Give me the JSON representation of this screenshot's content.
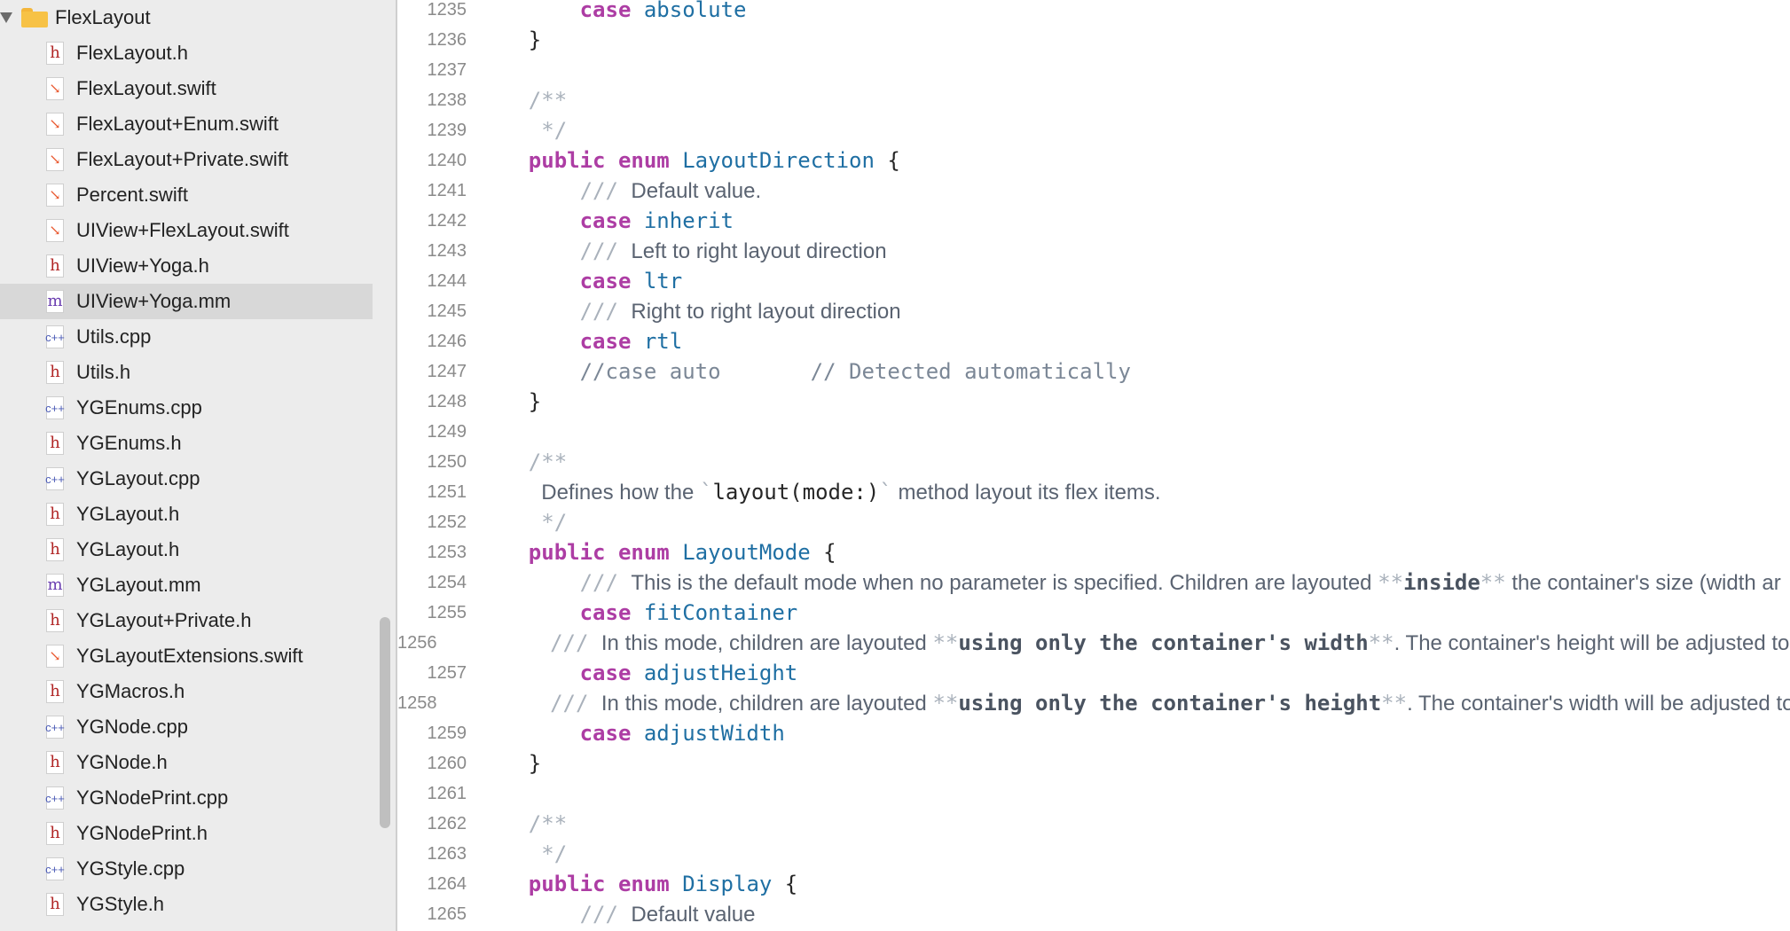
{
  "sidebar": {
    "folder": "FlexLayout",
    "files": [
      {
        "name": "FlexLayout.h",
        "type": "h"
      },
      {
        "name": "FlexLayout.swift",
        "type": "swift"
      },
      {
        "name": "FlexLayout+Enum.swift",
        "type": "swift"
      },
      {
        "name": "FlexLayout+Private.swift",
        "type": "swift"
      },
      {
        "name": "Percent.swift",
        "type": "swift"
      },
      {
        "name": "UIView+FlexLayout.swift",
        "type": "swift"
      },
      {
        "name": "UIView+Yoga.h",
        "type": "h"
      },
      {
        "name": "UIView+Yoga.mm",
        "type": "m",
        "selected": true
      },
      {
        "name": "Utils.cpp",
        "type": "cpp"
      },
      {
        "name": "Utils.h",
        "type": "h"
      },
      {
        "name": "YGEnums.cpp",
        "type": "cpp"
      },
      {
        "name": "YGEnums.h",
        "type": "h"
      },
      {
        "name": "YGLayout.cpp",
        "type": "cpp"
      },
      {
        "name": "YGLayout.h",
        "type": "h"
      },
      {
        "name": "YGLayout.h",
        "type": "h"
      },
      {
        "name": "YGLayout.mm",
        "type": "m"
      },
      {
        "name": "YGLayout+Private.h",
        "type": "h"
      },
      {
        "name": "YGLayoutExtensions.swift",
        "type": "swift"
      },
      {
        "name": "YGMacros.h",
        "type": "h"
      },
      {
        "name": "YGNode.cpp",
        "type": "cpp"
      },
      {
        "name": "YGNode.h",
        "type": "h"
      },
      {
        "name": "YGNodePrint.cpp",
        "type": "cpp"
      },
      {
        "name": "YGNodePrint.h",
        "type": "h"
      },
      {
        "name": "YGStyle.cpp",
        "type": "cpp"
      },
      {
        "name": "YGStyle.h",
        "type": "h"
      }
    ],
    "icons": {
      "h": "h",
      "m": "m",
      "cpp": "c++",
      "swift": "↘"
    }
  },
  "editor": {
    "lines": [
      {
        "n": "1235",
        "indent": "        ",
        "parts": [
          [
            "kw",
            "case"
          ],
          [
            "",
            ""
          ],
          [
            "ty",
            " absolute"
          ]
        ]
      },
      {
        "n": "1236",
        "indent": "    ",
        "parts": [
          [
            "",
            "}"
          ]
        ]
      },
      {
        "n": "1237",
        "indent": "",
        "parts": []
      },
      {
        "n": "1238",
        "indent": "    ",
        "parts": [
          [
            "mk",
            "/**"
          ]
        ]
      },
      {
        "n": "1239",
        "indent": "     ",
        "parts": [
          [
            "mk",
            "*/"
          ]
        ]
      },
      {
        "n": "1240",
        "indent": "    ",
        "parts": [
          [
            "kw",
            "public enum"
          ],
          [
            "ty",
            " LayoutDirection"
          ],
          [
            "",
            " {"
          ]
        ]
      },
      {
        "n": "1241",
        "indent": "        ",
        "parts": [
          [
            "mk",
            "/// "
          ],
          [
            "doc",
            "Default value."
          ]
        ]
      },
      {
        "n": "1242",
        "indent": "        ",
        "parts": [
          [
            "kw",
            "case"
          ],
          [
            "ty",
            " inherit"
          ]
        ]
      },
      {
        "n": "1243",
        "indent": "        ",
        "parts": [
          [
            "mk",
            "/// "
          ],
          [
            "doc",
            "Left to right layout direction"
          ]
        ]
      },
      {
        "n": "1244",
        "indent": "        ",
        "parts": [
          [
            "kw",
            "case"
          ],
          [
            "ty",
            " ltr"
          ]
        ]
      },
      {
        "n": "1245",
        "indent": "        ",
        "parts": [
          [
            "mk",
            "/// "
          ],
          [
            "doc",
            "Right to right layout direction"
          ]
        ]
      },
      {
        "n": "1246",
        "indent": "        ",
        "parts": [
          [
            "kw",
            "case"
          ],
          [
            "ty",
            " rtl"
          ]
        ]
      },
      {
        "n": "1247",
        "indent": "        ",
        "parts": [
          [
            "cm",
            "//case auto       // Detected automatically"
          ]
        ]
      },
      {
        "n": "1248",
        "indent": "    ",
        "parts": [
          [
            "",
            "}"
          ]
        ]
      },
      {
        "n": "1249",
        "indent": "",
        "parts": []
      },
      {
        "n": "1250",
        "indent": "    ",
        "parts": [
          [
            "mk",
            "/**"
          ]
        ]
      },
      {
        "n": "1251",
        "indent": "     ",
        "parts": [
          [
            "doc",
            "Defines how the "
          ],
          [
            "mk",
            "`"
          ],
          [
            "",
            "layout(mode:)"
          ],
          [
            "mk",
            "`"
          ],
          [
            "doc",
            " method layout its flex items."
          ]
        ]
      },
      {
        "n": "1252",
        "indent": "     ",
        "parts": [
          [
            "mk",
            "*/"
          ]
        ]
      },
      {
        "n": "1253",
        "indent": "    ",
        "parts": [
          [
            "kw",
            "public enum"
          ],
          [
            "ty",
            " LayoutMode"
          ],
          [
            "",
            " {"
          ]
        ]
      },
      {
        "n": "1254",
        "indent": "        ",
        "parts": [
          [
            "mk",
            "/// "
          ],
          [
            "doc",
            "This is the default mode when no parameter is specified. Children are layouted "
          ],
          [
            "mk",
            "**"
          ],
          [
            "b",
            "inside"
          ],
          [
            "mk",
            "**"
          ],
          [
            "doc",
            " the container's size (width ar"
          ]
        ]
      },
      {
        "n": "1255",
        "indent": "        ",
        "parts": [
          [
            "kw",
            "case"
          ],
          [
            "ty",
            " fitContainer"
          ]
        ]
      },
      {
        "n": "1256",
        "indent": "        ",
        "parts": [
          [
            "mk",
            "/// "
          ],
          [
            "doc",
            "In this mode, children are layouted "
          ],
          [
            "mk",
            "**"
          ],
          [
            "b",
            "using only the container's width"
          ],
          [
            "mk",
            "**"
          ],
          [
            "doc",
            ". The container's height will be adjusted to fit t"
          ]
        ]
      },
      {
        "n": "1257",
        "indent": "        ",
        "parts": [
          [
            "kw",
            "case"
          ],
          [
            "ty",
            " adjustHeight"
          ]
        ]
      },
      {
        "n": "1258",
        "indent": "        ",
        "parts": [
          [
            "mk",
            "/// "
          ],
          [
            "doc",
            "In this mode, children are layouted "
          ],
          [
            "mk",
            "**"
          ],
          [
            "b",
            "using only the container's height"
          ],
          [
            "mk",
            "**"
          ],
          [
            "doc",
            ". The container's width will be adjusted to fit t"
          ]
        ]
      },
      {
        "n": "1259",
        "indent": "        ",
        "parts": [
          [
            "kw",
            "case"
          ],
          [
            "ty",
            " adjustWidth"
          ]
        ]
      },
      {
        "n": "1260",
        "indent": "    ",
        "parts": [
          [
            "",
            "}"
          ]
        ]
      },
      {
        "n": "1261",
        "indent": "",
        "parts": []
      },
      {
        "n": "1262",
        "indent": "    ",
        "parts": [
          [
            "mk",
            "/**"
          ]
        ]
      },
      {
        "n": "1263",
        "indent": "     ",
        "parts": [
          [
            "mk",
            "*/"
          ]
        ]
      },
      {
        "n": "1264",
        "indent": "    ",
        "parts": [
          [
            "kw",
            "public enum"
          ],
          [
            "ty",
            " Display"
          ],
          [
            "",
            " {"
          ]
        ]
      },
      {
        "n": "1265",
        "indent": "        ",
        "parts": [
          [
            "mk",
            "/// "
          ],
          [
            "doc",
            "Default value"
          ]
        ]
      }
    ]
  }
}
